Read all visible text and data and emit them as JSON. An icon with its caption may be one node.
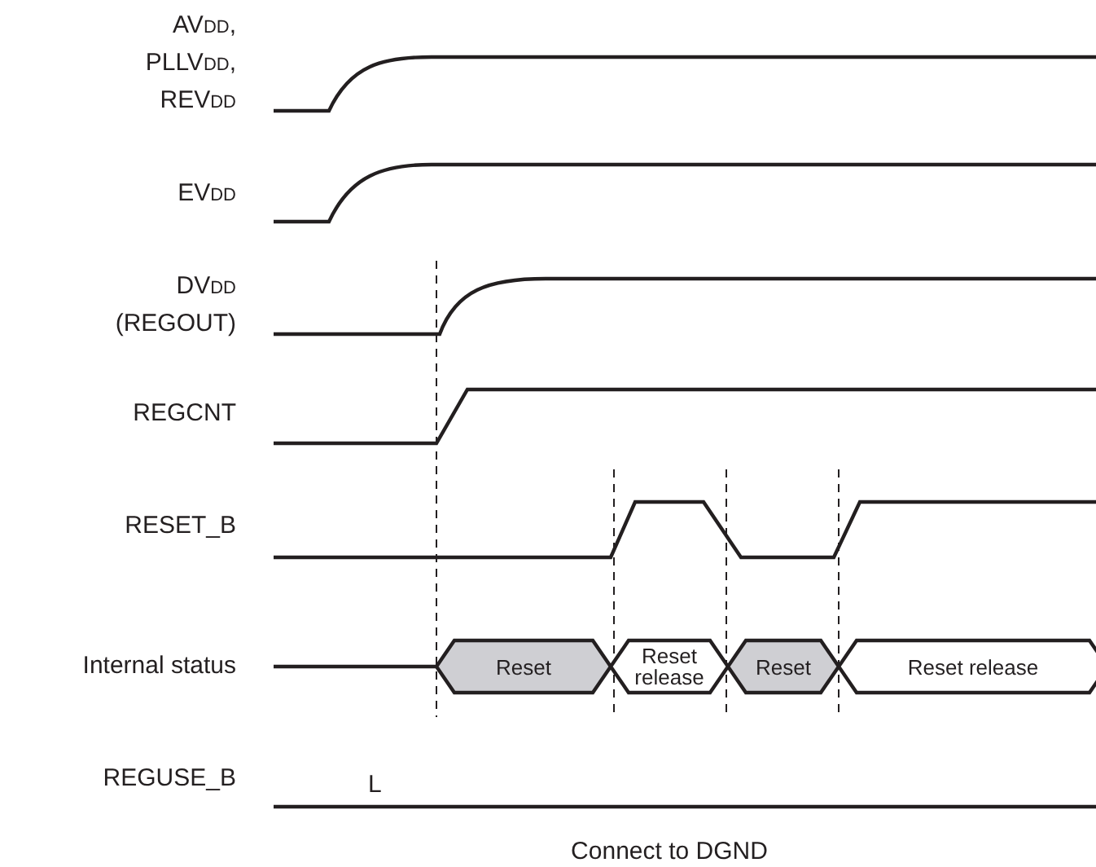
{
  "diagram": {
    "nodes": [
      {
        "text": [
          "Reset"
        ]
      },
      {
        "text": [
          "Reset release"
        ]
      },
      {
        "text": [
          "Reset"
        ]
      },
      {
        "text": [
          "Reset release"
        ]
      }
    ],
    "labels": [
      "AV$_{DD}$, PLLV$_{DD}$, REV$_{DD}$",
      "EV$_{DD}$",
      "DV$_{DD}$ (REGOUT)",
      "REGCNT",
      "RESET_B",
      "Internal status",
      "REGUSE_B",
      "L",
      "Connect to DGND"
    ]
  }
}
